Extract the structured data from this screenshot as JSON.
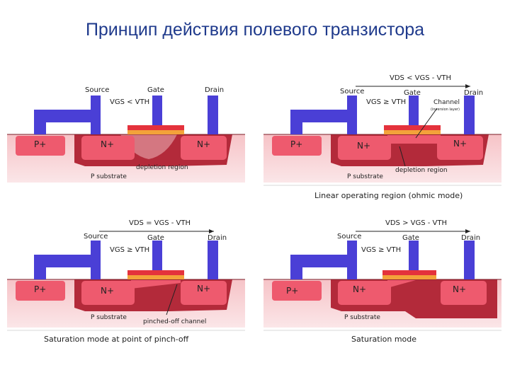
{
  "title": "Принцип действия полевого транзистора",
  "colors": {
    "metal": "#4a3fd6",
    "substrate_light": "#f5c0c4",
    "substrate_dark": "#b32a3a",
    "doped": "#ee5a6e",
    "gate_red": "#e4323c",
    "gate_orange": "#f3a23a"
  },
  "panels": [
    {
      "terminals": {
        "source": "Source",
        "gate": "Gate",
        "drain": "Drain"
      },
      "regions": {
        "p": "P+",
        "n1": "N+",
        "n2": "N+"
      },
      "vgs": "VGS < VTH",
      "vds": "",
      "substrate": "P substrate",
      "note": "depletion region",
      "extra": "",
      "extra2": "",
      "caption": ""
    },
    {
      "terminals": {
        "source": "Source",
        "gate": "Gate",
        "drain": "Drain"
      },
      "regions": {
        "p": "P+",
        "n1": "N+",
        "n2": "N+"
      },
      "vgs": "VGS ≥ VTH",
      "vds": "VDS < VGS - VTH",
      "substrate": "P substrate",
      "note": "depletion region",
      "extra": "Channel",
      "extra2": "(inversion layer)",
      "caption": "Linear operating region (ohmic mode)"
    },
    {
      "terminals": {
        "source": "Source",
        "gate": "Gate",
        "drain": "Drain"
      },
      "regions": {
        "p": "P+",
        "n1": "N+",
        "n2": "N+"
      },
      "vgs": "VGS ≥ VTH",
      "vds": "VDS = VGS - VTH",
      "substrate": "P substrate",
      "note": "pinched-off channel",
      "extra": "",
      "extra2": "",
      "caption": "Saturation mode at point of pinch-off"
    },
    {
      "terminals": {
        "source": "Source",
        "gate": "Gate",
        "drain": "Drain"
      },
      "regions": {
        "p": "P+",
        "n1": "N+",
        "n2": "N+"
      },
      "vgs": "VGS ≥ VTH",
      "vds": "VDS > VGS - VTH",
      "substrate": "P substrate",
      "note": "",
      "extra": "",
      "extra2": "",
      "caption": "Saturation mode"
    }
  ]
}
